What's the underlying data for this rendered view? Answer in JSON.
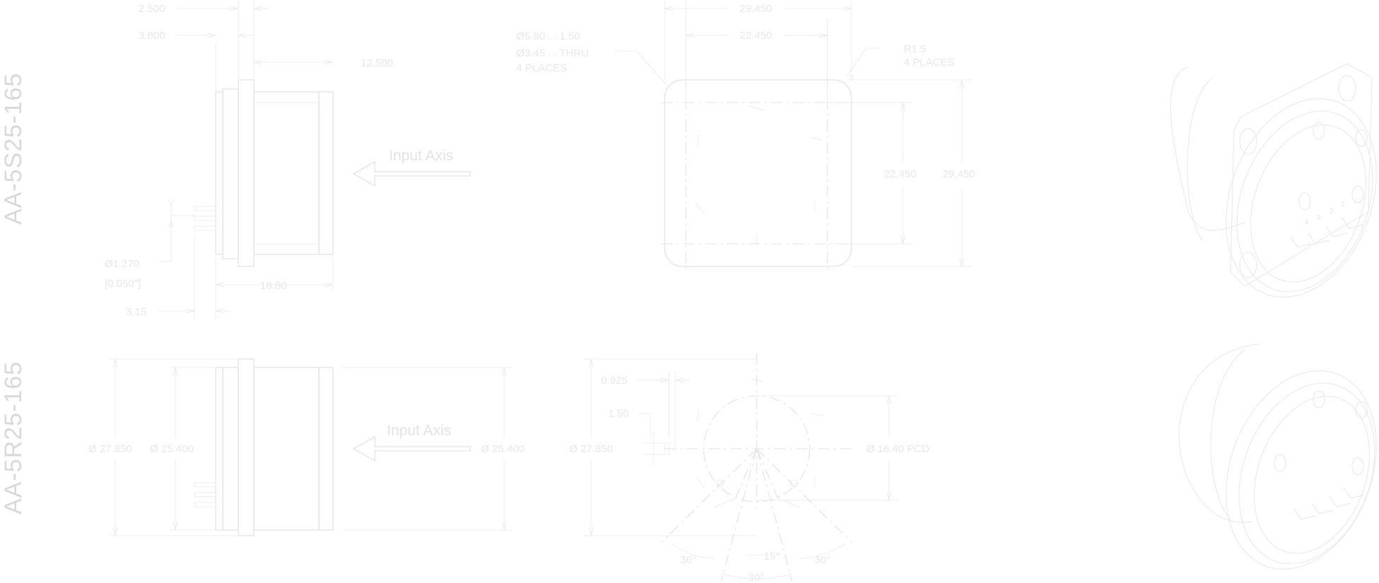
{
  "models": {
    "top": "AA-5S25-165",
    "bottom": "AA-5R25-165"
  },
  "input_axis_label": "Input Axis",
  "top_side": {
    "d_2500": "2.500",
    "d_3800": "3.800",
    "d_12500": "12.500",
    "d_dia1270": "Ø1.270",
    "d_inch050": "[0.050\"]",
    "d_315": "3.15",
    "d_1880": "18.80"
  },
  "top_front": {
    "d_2945_h": "29.450",
    "d_2245_h": "22.450",
    "hole_cbore": "Ø5.80 ⌴ 1.50",
    "hole_thru": "Ø3.45 ⌴ THRU",
    "hole_places": "4 PLACES",
    "radius": "R1.5",
    "radius_places": "4 PLACES",
    "d_2245_v": "22.450",
    "d_2945_v": "29.450"
  },
  "bottom_side": {
    "d_dia27850": "Ø 27.850",
    "d_dia25400": "Ø 25.400",
    "d_dia25400_r": "Ø 25.400"
  },
  "bottom_front": {
    "d_0925": "0.925",
    "d_150": "1.50",
    "d_dia27850": "Ø 27.850",
    "d_pcd": "Ø 16.40 PCD",
    "a_30_left": "30°",
    "a_15": "15°",
    "a_30_right": "30°",
    "a_30_bottom": "30°"
  },
  "iso_pin_labels": [
    "4",
    "3",
    "2",
    "1"
  ]
}
